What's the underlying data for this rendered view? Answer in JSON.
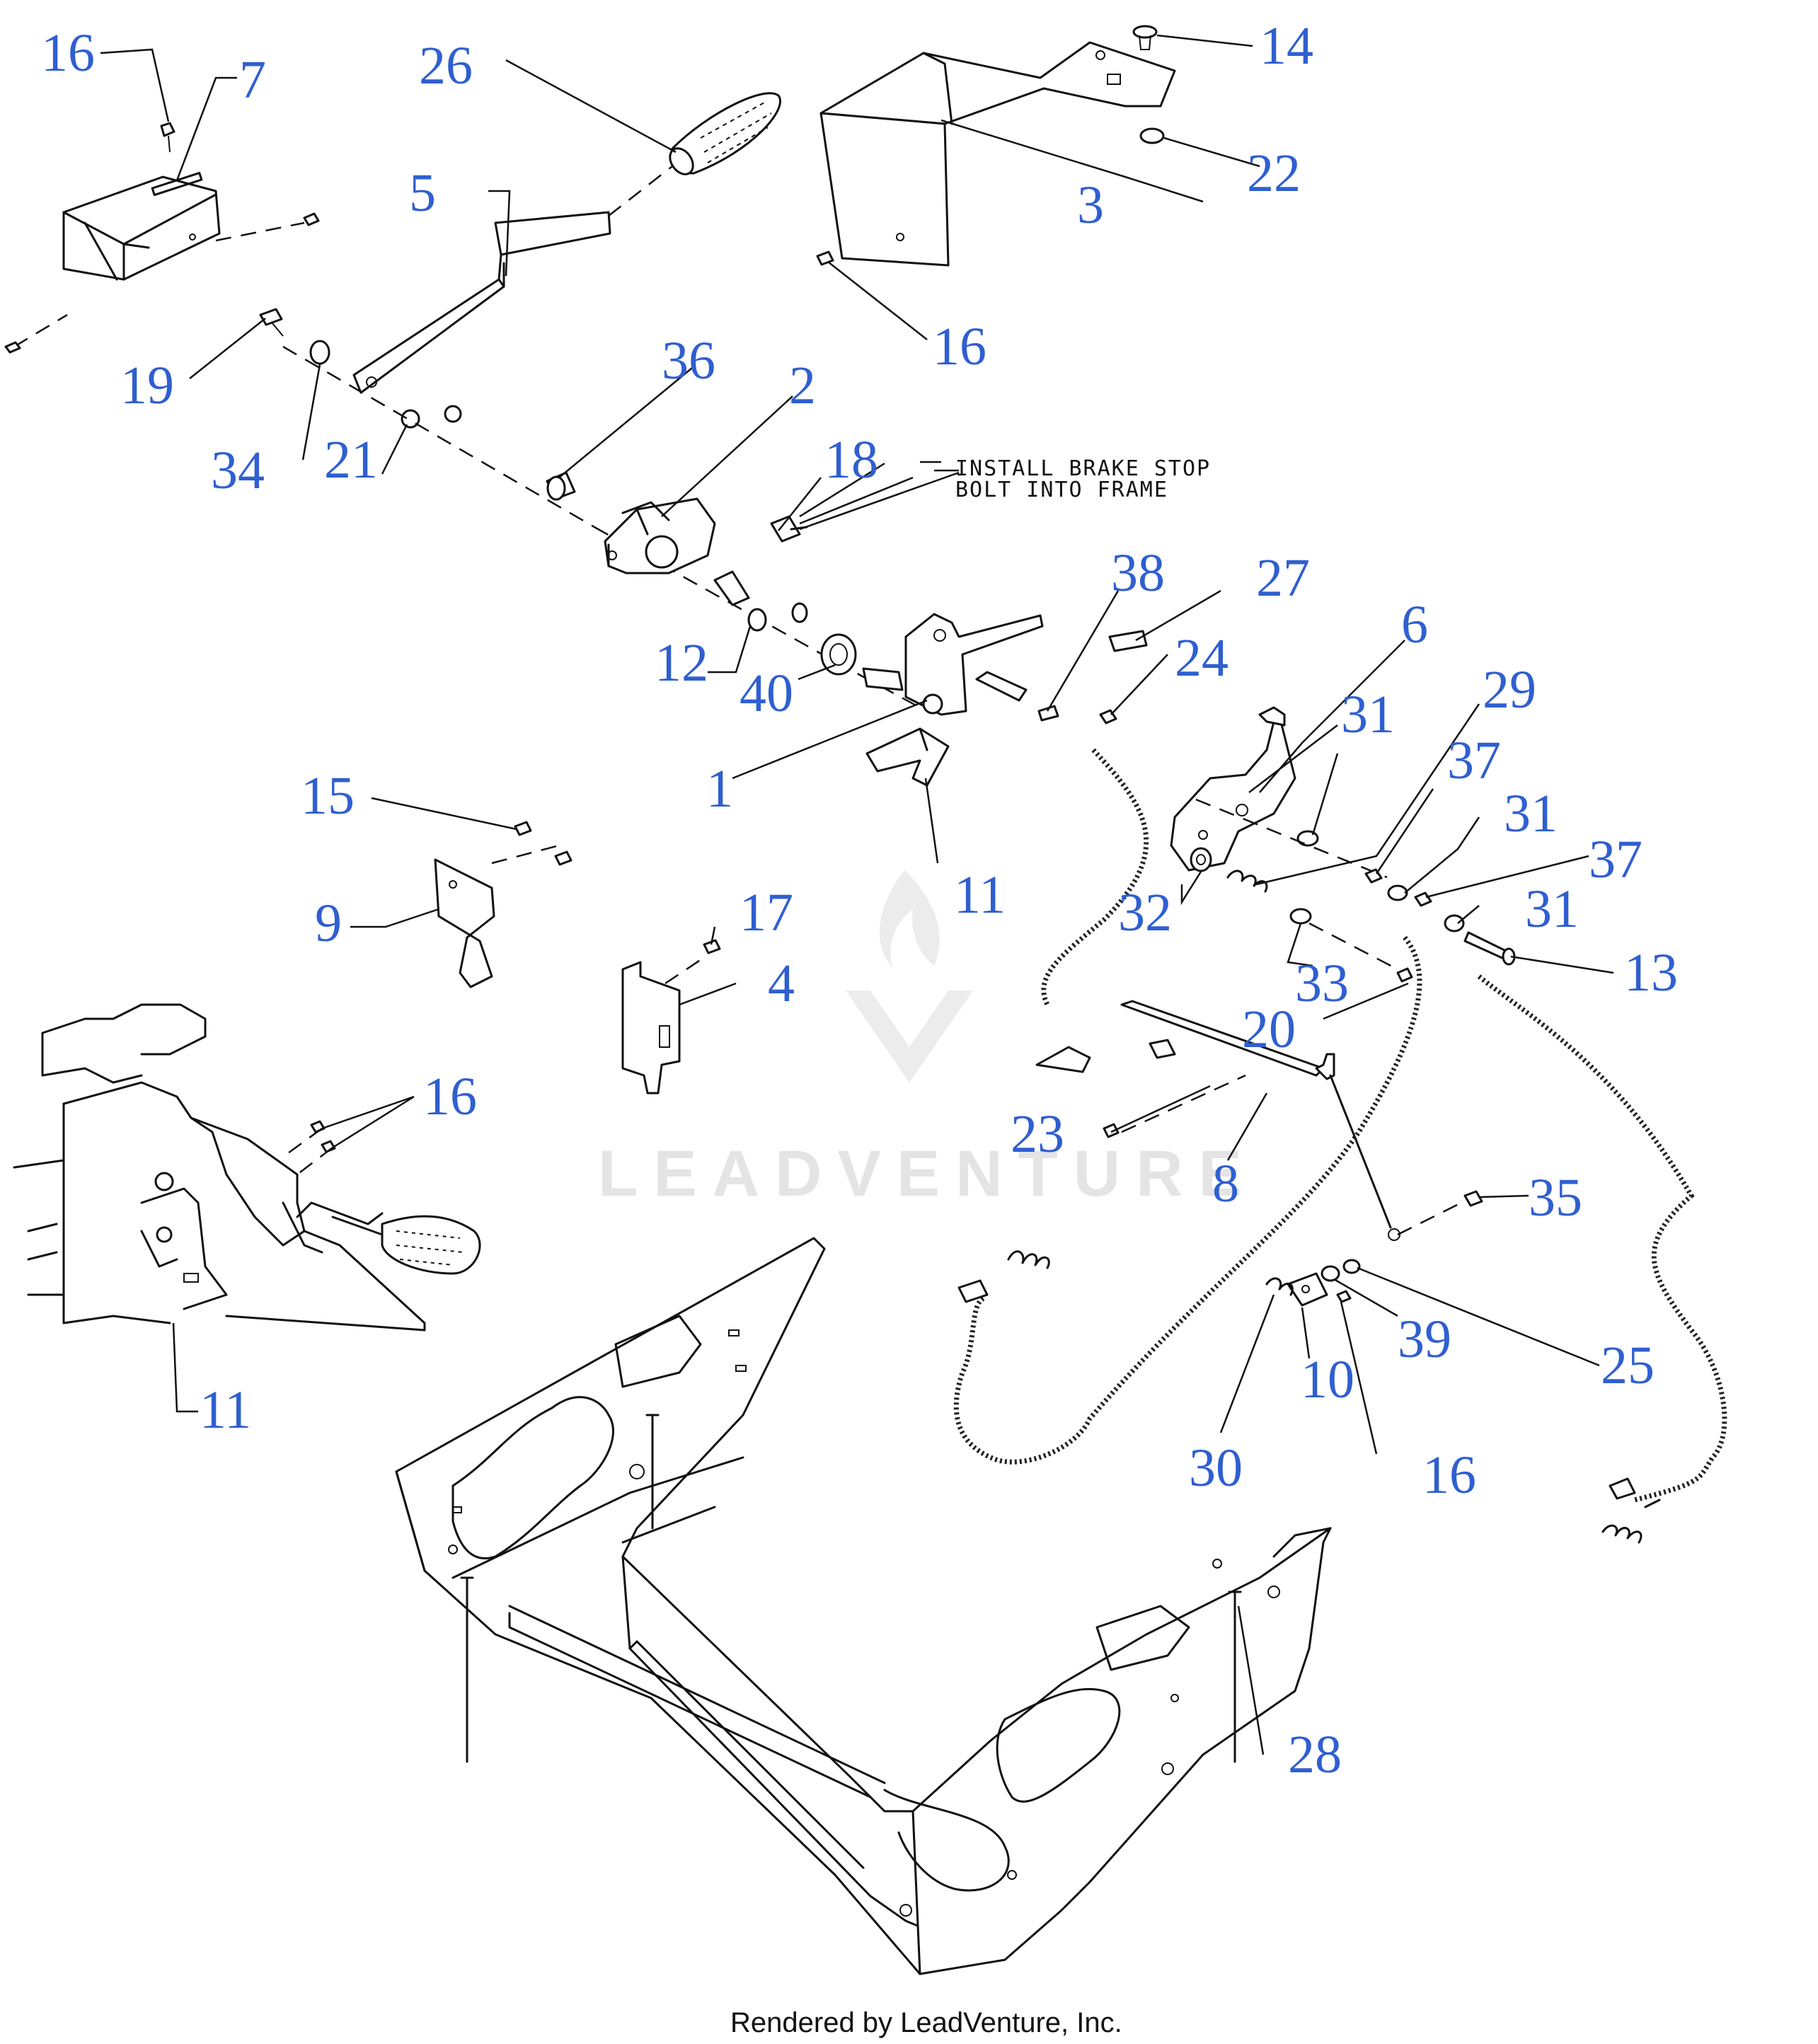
{
  "diagram": {
    "callouts": [
      "16",
      "7",
      "26",
      "5",
      "3",
      "14",
      "22",
      "16",
      "19",
      "34",
      "21",
      "36",
      "2",
      "18",
      "12",
      "40",
      "38",
      "27",
      "24",
      "6",
      "31",
      "29",
      "37",
      "31",
      "37",
      "31",
      "13",
      "1",
      "11",
      "15",
      "9",
      "17",
      "4",
      "32",
      "33",
      "20",
      "23",
      "8",
      "16",
      "11",
      "35",
      "39",
      "25",
      "10",
      "30",
      "16",
      "28"
    ],
    "note_line1": "INSTALL BRAKE STOP",
    "note_line2": "BOLT INTO FRAME",
    "watermark": "LEADVENTURE",
    "footer": "Rendered by LeadVenture, Inc."
  },
  "colors": {
    "callout": "#2f5fd0",
    "line": "#111111",
    "watermark": "#e4e4e4"
  }
}
